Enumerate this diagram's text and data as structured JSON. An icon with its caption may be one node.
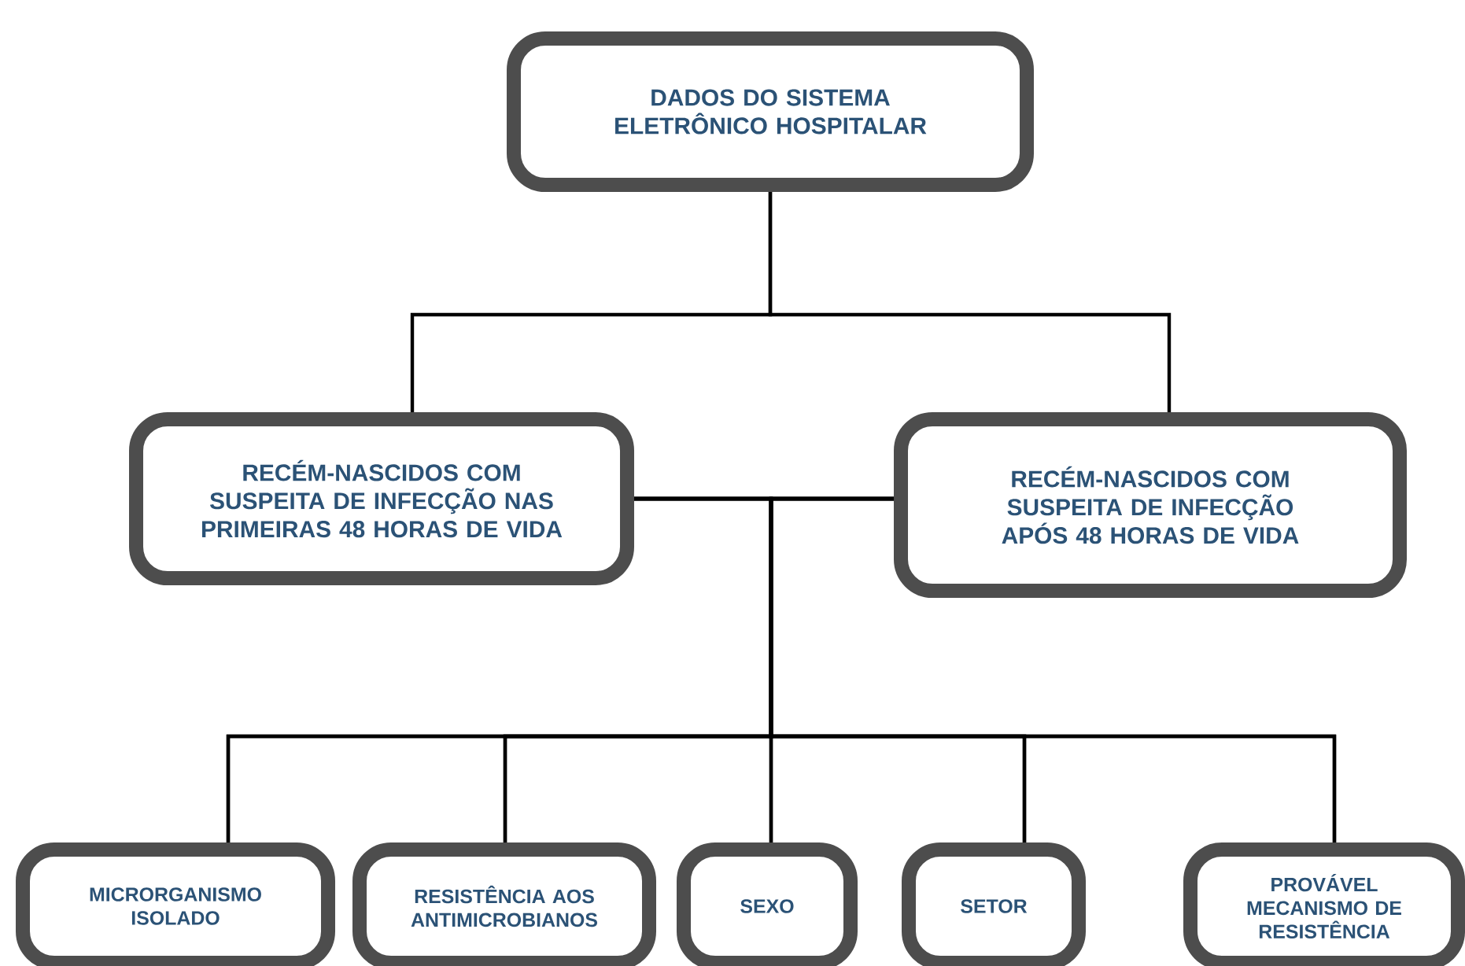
{
  "diagram": {
    "nodes": [
      {
        "text": [
          "DADOS DO SISTEMA ELETRÔNICO HOSPITALAR"
        ]
      },
      {
        "text": [
          "RECÉM-NASCIDOS COM SUSPEITA DE INFECÇÃO NAS PRIMEIRAS 48 HORAS DE VIDA"
        ]
      },
      {
        "text": [
          "RECÉM-NASCIDOS COM SUSPEITA DE INFECÇÃO APÓS 48 HORAS DE VIDA"
        ]
      },
      {
        "text": [
          "MICRORGANISMO ISOLADO"
        ]
      },
      {
        "text": [
          "RESISTÊNCIA AOS ANTIMICROBIANOS"
        ]
      },
      {
        "text": [
          "SEXO"
        ]
      },
      {
        "text": [
          "SETOR"
        ]
      },
      {
        "text": [
          "PROVÁVEL MECANISMO DE RESISTÊNCIA"
        ]
      }
    ],
    "edges": [
      {
        "from": 0,
        "to": 1,
        "arrow": "none"
      },
      {
        "from": 0,
        "to": 2,
        "arrow": "none"
      },
      {
        "from": 1,
        "to": 3,
        "arrow": "none"
      },
      {
        "from": 1,
        "to": 4,
        "arrow": "none"
      },
      {
        "from": 1,
        "to": 5,
        "arrow": "none"
      },
      {
        "from": 1,
        "to": 6,
        "arrow": "none"
      },
      {
        "from": 1,
        "to": 7,
        "arrow": "none"
      },
      {
        "from": 2,
        "to": 3,
        "arrow": "none"
      },
      {
        "from": 2,
        "to": 4,
        "arrow": "none"
      },
      {
        "from": 2,
        "to": 5,
        "arrow": "none"
      },
      {
        "from": 2,
        "to": 6,
        "arrow": "none"
      },
      {
        "from": 2,
        "to": 7,
        "arrow": "none"
      }
    ]
  }
}
